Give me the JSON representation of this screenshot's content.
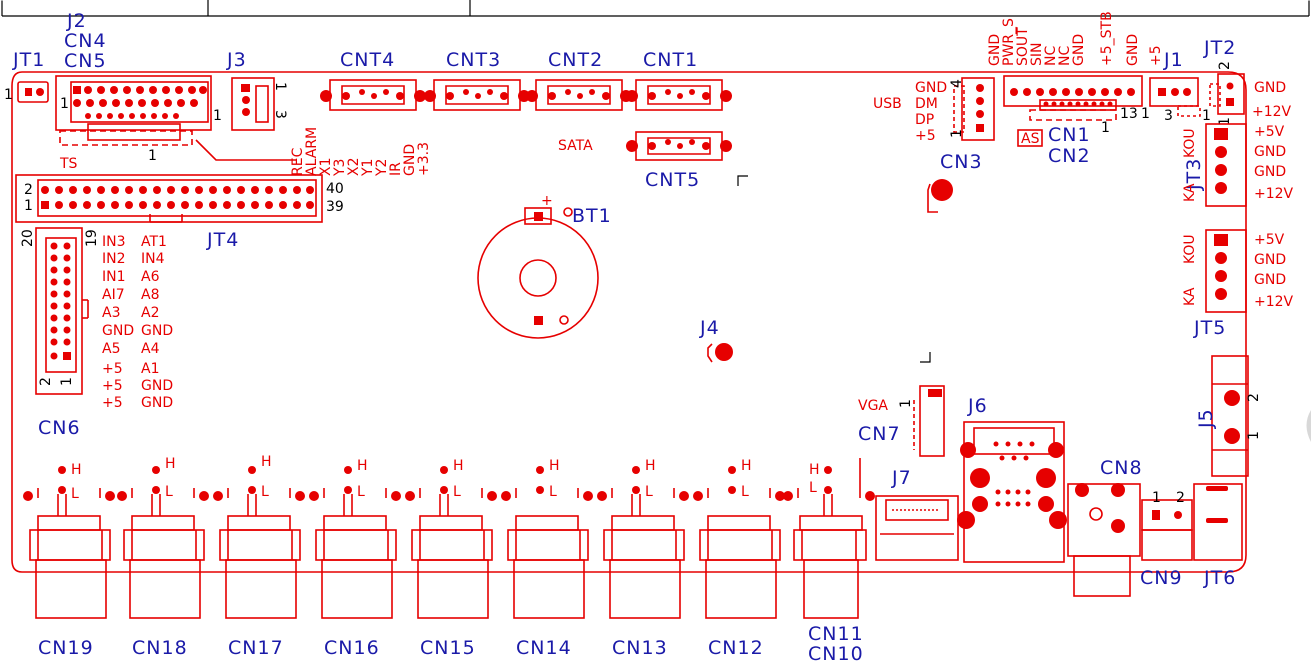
{
  "board_labels": {
    "JT1": "JT1",
    "J2": "J2",
    "CN4": "CN4",
    "CN5": "CN5",
    "J3": "J3",
    "CNT4": "CNT4",
    "CNT3": "CNT3",
    "CNT2": "CNT2",
    "CNT1": "CNT1",
    "CNT5": "CNT5",
    "CN3": "CN3",
    "CN1": "CN1",
    "CN2": "CN2",
    "J1": "J1",
    "JT2": "JT2",
    "JT3": "JT3",
    "JT4": "JT4",
    "BT1": "BT1",
    "J4": "J4",
    "JT5": "JT5",
    "J5": "J5",
    "CN6": "CN6",
    "CN7": "CN7",
    "J6": "J6",
    "J7": "J7",
    "CN8": "CN8",
    "CN9": "CN9",
    "JT6": "JT6",
    "CN19": "CN19",
    "CN18": "CN18",
    "CN17": "CN17",
    "CN16": "CN16",
    "CN15": "CN15",
    "CN14": "CN14",
    "CN13": "CN13",
    "CN12": "CN12",
    "CN11": "CN11",
    "CN10": "CN10"
  },
  "pin_labels": {
    "ts": "TS",
    "sata": "SATA",
    "usb": "USB",
    "vga": "VGA",
    "as": "AS",
    "usb_pins": [
      "GND",
      "DM",
      "DP",
      "+5"
    ],
    "cn1_pins": [
      "GND",
      "PWR_S",
      "SOUT",
      "SIN",
      "NC",
      "NC",
      "GND",
      "+5_STB",
      "GND",
      "+5"
    ],
    "jt4_pins": [
      "REC",
      "ALARM",
      "X1",
      "Y3",
      "X2",
      "Y1",
      "Y2",
      "IR",
      "GND",
      "+3.3"
    ],
    "jt2_pins": [
      "GND",
      "+12V"
    ],
    "jt3_pins": [
      "+5V",
      "GND",
      "GND",
      "+12V"
    ],
    "jt5_pins": [
      "+5V",
      "GND",
      "GND",
      "+12V"
    ],
    "jt3_side": [
      "KA",
      "KOU"
    ],
    "jt5_side": [
      "KA",
      "KOU"
    ],
    "cn6_col1": [
      "IN3",
      "IN2",
      "IN1",
      "AI7",
      "A3",
      "GND",
      "A5",
      "+5",
      "+5",
      "+5"
    ],
    "cn6_col2": [
      "AT1",
      "IN4",
      "A6",
      "A8",
      "A2",
      "GND",
      "A4",
      "A1",
      "GND",
      "GND"
    ],
    "hl": [
      "H",
      "L"
    ]
  },
  "pin_numbers": {
    "jt1": "1",
    "j2_left": "1",
    "j2_right": "1",
    "j2_bottom": "1",
    "j3_top": "1",
    "j3_bottom": "3",
    "ts_2": "2",
    "ts_1": "1",
    "ts_40": "40",
    "ts_39": "39",
    "cn6_20": "20",
    "cn6_19": "19",
    "cn6_2": "2",
    "cn6_1": "1",
    "cn3_4": "4",
    "cn3_1": "1",
    "cn1_1": "1",
    "cn1_13": "13",
    "cn1_b1": "1",
    "j1_3": "3",
    "j1_1": "1",
    "jt2_2": "2",
    "jt2_1": "1",
    "cn7_1": "1",
    "j5_2": "2",
    "j5_1": "1",
    "cn9_1": "1",
    "cn9_2": "2",
    "bt1_plus": "+"
  }
}
